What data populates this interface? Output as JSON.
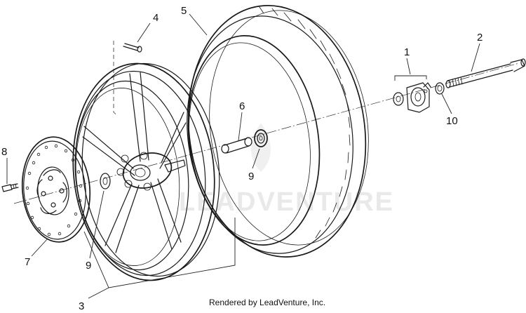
{
  "diagram": {
    "callouts": {
      "c1": "1",
      "c2": "2",
      "c3": "3",
      "c4": "4",
      "c5": "5",
      "c6": "6",
      "c7": "7",
      "c8": "8",
      "c9a": "9",
      "c9b": "9",
      "c10": "10"
    },
    "watermark_text": "LEADVENTURE",
    "credit": "Rendered by LeadVenture, Inc."
  }
}
